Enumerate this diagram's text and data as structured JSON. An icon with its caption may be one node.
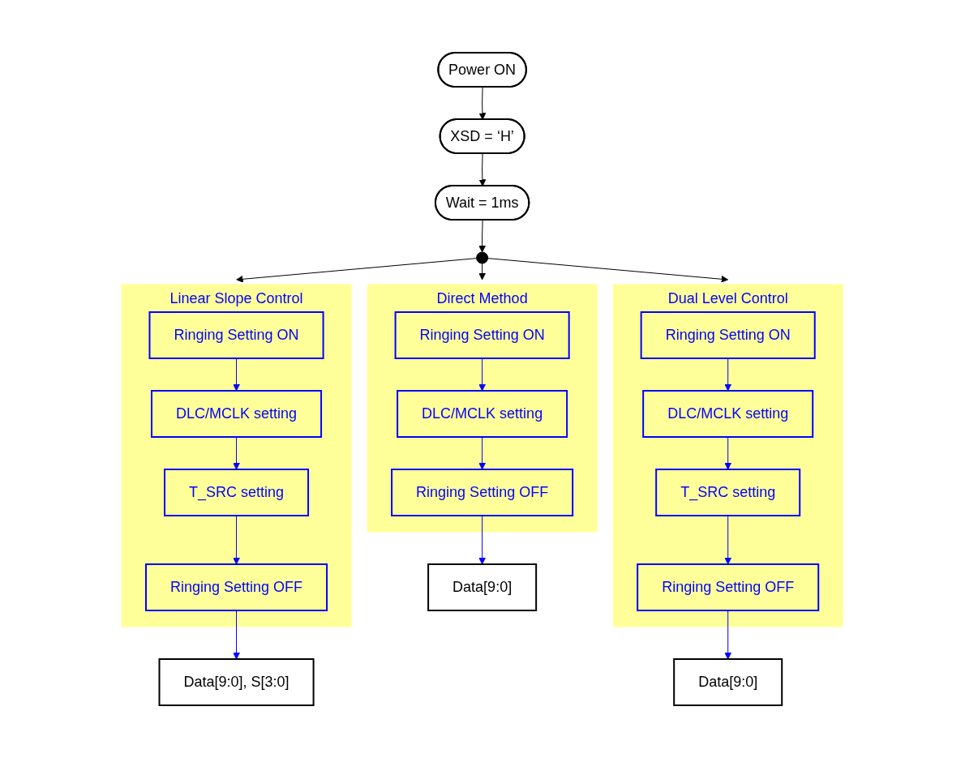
{
  "diagram": {
    "nodes": [
      {
        "text": [
          "Power ON"
        ]
      },
      {
        "text": [
          "XSD = ‘H’"
        ]
      },
      {
        "text": [
          "Wait = 1ms"
        ]
      },
      {
        "text": [],
        "shape": "circle"
      },
      {
        "text": [
          "Direct Method"
        ]
      },
      {
        "text": [
          "Ringing Setting ON"
        ],
        "in": 4
      },
      {
        "text": [
          "DLC/MCLK setting"
        ],
        "in": 4
      },
      {
        "text": [
          "Ringing Setting OFF"
        ],
        "in": 4
      },
      {
        "text": [
          "Linear Slope Control"
        ]
      },
      {
        "text": [
          "Ringing Setting ON"
        ],
        "in": 8
      },
      {
        "text": [
          "DLC/MCLK setting"
        ],
        "in": 8
      },
      {
        "text": [
          "T_SRC setting"
        ],
        "in": 8
      },
      {
        "text": [
          "Ringing Setting OFF"
        ],
        "in": 8
      },
      {
        "text": [
          "Dual Level Control"
        ]
      },
      {
        "text": [
          "Ringing Setting ON"
        ],
        "in": 13
      },
      {
        "text": [
          "DLC/MCLK setting"
        ],
        "in": 13
      },
      {
        "text": [
          "T_SRC setting"
        ],
        "in": 13
      },
      {
        "text": [
          "Ringing Setting OFF"
        ],
        "in": 13
      },
      {
        "text": [
          "Data[9:0]"
        ]
      },
      {
        "text": [
          "Data[9:0], S[3:0]"
        ]
      },
      {
        "text": [
          "Data[9:0]"
        ]
      }
    ],
    "edges": [
      {
        "from": 0,
        "to": 1,
        "arrow": "to",
        "color": "#000000"
      },
      {
        "from": 1,
        "to": 2,
        "arrow": "to",
        "color": "#000000"
      },
      {
        "from": 2,
        "to": 3,
        "arrow": "to",
        "color": "#000000"
      },
      {
        "from": 3,
        "to": 4,
        "arrow": "to",
        "color": "#000000"
      },
      {
        "from": 3,
        "to": 8,
        "arrow": "to",
        "color": "#000000"
      },
      {
        "from": 3,
        "to": 13,
        "arrow": "to",
        "color": "#000000"
      },
      {
        "from": 5,
        "to": 6,
        "arrow": "to",
        "color": "#0000ff"
      },
      {
        "from": 6,
        "to": 7,
        "arrow": "to",
        "color": "#0000ff"
      },
      {
        "from": 9,
        "to": 10,
        "arrow": "to",
        "color": "#0000ff"
      },
      {
        "from": 10,
        "to": 11,
        "arrow": "to",
        "color": "#0000ff"
      },
      {
        "from": 11,
        "to": 12,
        "arrow": "to",
        "color": "#0000ff"
      },
      {
        "from": 14,
        "to": 15,
        "arrow": "to",
        "color": "#0000ff"
      },
      {
        "from": 15,
        "to": 16,
        "arrow": "to",
        "color": "#0000ff"
      },
      {
        "from": 16,
        "to": 17,
        "arrow": "to",
        "color": "#0000ff"
      },
      {
        "from": 7,
        "to": 18,
        "arrow": "to",
        "color": "#0000ff"
      },
      {
        "from": 12,
        "to": 19,
        "arrow": "to",
        "color": "#0000ff"
      },
      {
        "from": 17,
        "to": 20,
        "arrow": "to",
        "color": "#0000ff"
      }
    ]
  }
}
